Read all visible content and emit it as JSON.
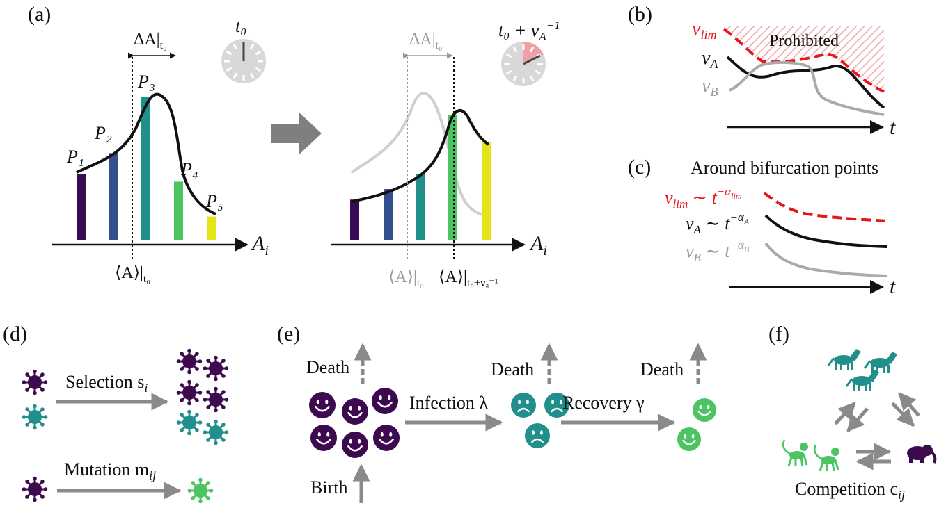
{
  "panels": {
    "a": "(a)",
    "b": "(b)",
    "c": "(c)",
    "d": "(d)",
    "e": "(e)",
    "f": "(f)"
  },
  "panel_a": {
    "delta_label": "ΔA|",
    "delta_sub": "t₀",
    "clock1_label": "t₀",
    "clock2_label": "t₀ + v",
    "clock2_sub": "A",
    "clock2_sup": "−1",
    "p_labels": [
      "P₁",
      "P₂",
      "P₃",
      "P₄",
      "P₅"
    ],
    "axis_label": "A",
    "axis_sub": "i",
    "mean_label": "⟨A⟩|",
    "mean_sub_t0": "t₀",
    "mean_sub_t1": "t₀+vₐ⁻¹",
    "bar_colors": [
      "#3a0a55",
      "#34508c",
      "#21908c",
      "#4cc462",
      "#e5e419"
    ],
    "bars_left": [
      0.62,
      0.82,
      1.35,
      0.55,
      0.22
    ],
    "bars_right": [
      0.38,
      0.48,
      0.62,
      1.18,
      0.92
    ]
  },
  "panel_b": {
    "vlim": "v",
    "vlim_sub": "lim",
    "va": "v",
    "va_sub": "A",
    "vb": "v",
    "vb_sub": "B",
    "prohibited": "Prohibited",
    "t": "t"
  },
  "panel_c": {
    "title": "Around bifurcation points",
    "vlim_rel": "∼ t",
    "vlim_exp": "−α",
    "vlim_exp_sub": "lim",
    "va_rel": "∼ t",
    "va_exp": "−α",
    "va_exp_sub": "A",
    "vb_rel": "∼ t",
    "vb_exp": "−α",
    "vb_exp_sub": "B",
    "t": "t"
  },
  "panel_d": {
    "selection": "Selection s",
    "selection_sub": "i",
    "mutation": "Mutation m",
    "mutation_sub": "ij",
    "virus_dark": "#3d0a4f",
    "virus_teal": "#21908c",
    "virus_green": "#4cc462"
  },
  "panel_e": {
    "death": "Death",
    "birth": "Birth",
    "infection": "Infection λ",
    "recovery": "Recovery γ",
    "susceptible_color": "#3d0a4f",
    "infected_color": "#21908c",
    "recovered_color": "#4cc462"
  },
  "panel_f": {
    "competition": "Competition c",
    "competition_sub": "ij",
    "horse_color": "#21908c",
    "monkey_color": "#4cc462",
    "elephant_color": "#3d0a4f"
  },
  "colors": {
    "arrow_gray": "#8a8a8a",
    "limit_red": "#e8151b",
    "hatch_red": "#f3a6a8"
  }
}
